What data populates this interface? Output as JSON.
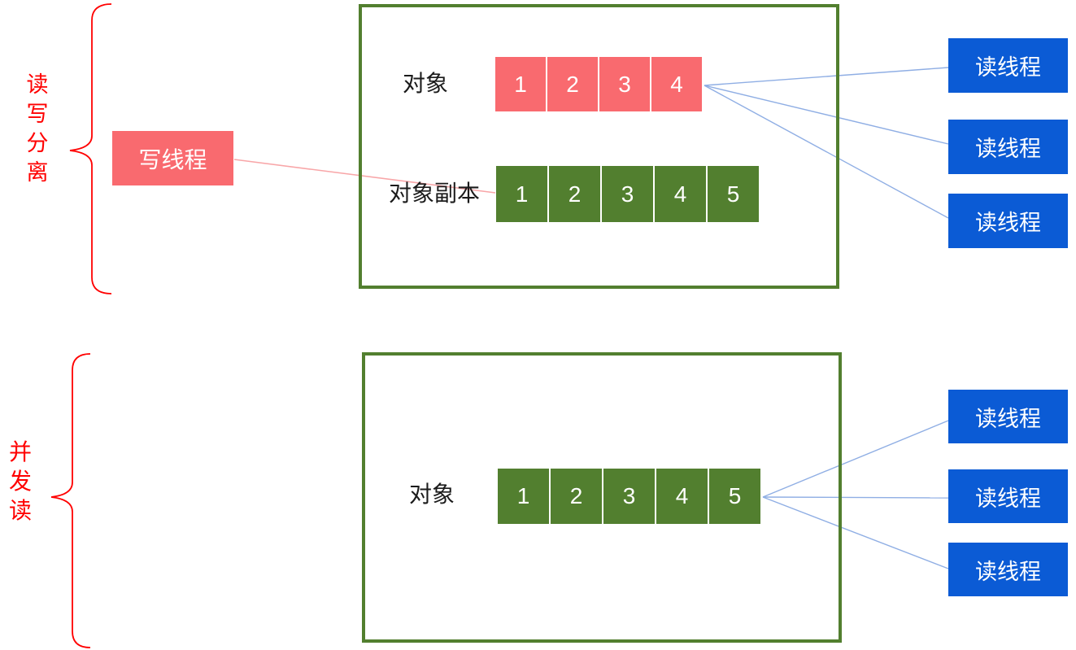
{
  "colors": {
    "pink": "#F96A6F",
    "green": "#527F2F",
    "blue": "#0B5BD5",
    "red": "#FF0000",
    "line_blue": "#8FAEE4",
    "line_red": "#F8A6A8"
  },
  "top_section": {
    "brace_label": "读写分离",
    "write_thread_label": "写线程",
    "object_label": "对象",
    "object_cells": [
      "1",
      "2",
      "3",
      "4"
    ],
    "copy_label": "对象副本",
    "copy_cells": [
      "1",
      "2",
      "3",
      "4",
      "5"
    ],
    "readers": [
      "读线程",
      "读线程",
      "读线程"
    ]
  },
  "bottom_section": {
    "brace_label": "并发读",
    "object_label": "对象",
    "object_cells": [
      "1",
      "2",
      "3",
      "4",
      "5"
    ],
    "readers": [
      "读线程",
      "读线程",
      "读线程"
    ]
  }
}
